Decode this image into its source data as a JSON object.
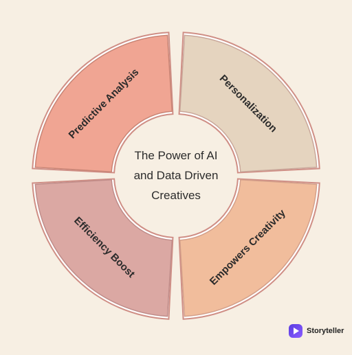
{
  "diagram": {
    "center_lines": [
      "The Power of AI",
      "and Data Driven",
      "Creatives"
    ],
    "segments": [
      {
        "label": "Predictive Analysis",
        "fill": "#f0a593",
        "stroke": "#c98575"
      },
      {
        "label": "Personalization",
        "fill": "#e5d4bf",
        "stroke": "#c9a79a"
      },
      {
        "label": "Empowers Creativity",
        "fill": "#f1bd9c",
        "stroke": "#d4a08a"
      },
      {
        "label": "Efficiency Boost",
        "fill": "#dba8a3",
        "stroke": "#c08d8a"
      }
    ],
    "colors": {
      "background": "#f7efe3",
      "center_fill": "#f7efe3",
      "outer_ring": "#cf8e85"
    }
  },
  "brand": {
    "icon": "storyteller-logo-icon",
    "name": "Storyteller"
  }
}
